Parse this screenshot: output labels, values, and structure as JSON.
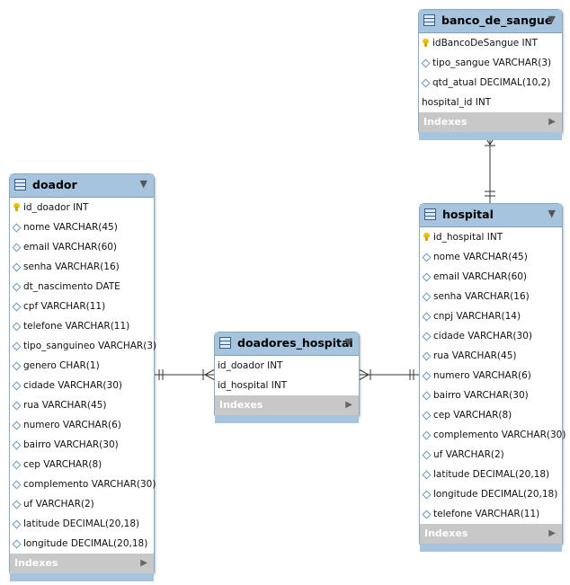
{
  "tables": {
    "banco_de_sangue": {
      "title": "banco_de_sangue",
      "columns": [
        {
          "text": "idBancoDeSangue INT",
          "kind": "pk"
        },
        {
          "text": "tipo_sangue VARCHAR(3)",
          "kind": "col"
        },
        {
          "text": "qtd_atual DECIMAL(10,2)",
          "kind": "col"
        },
        {
          "text": "hospital_id INT",
          "kind": "none"
        }
      ],
      "indexes_label": "Indexes"
    },
    "doador": {
      "title": "doador",
      "columns": [
        {
          "text": "id_doador INT",
          "kind": "pk"
        },
        {
          "text": "nome VARCHAR(45)",
          "kind": "col"
        },
        {
          "text": "email VARCHAR(60)",
          "kind": "col"
        },
        {
          "text": "senha VARCHAR(16)",
          "kind": "col"
        },
        {
          "text": "dt_nascimento DATE",
          "kind": "col"
        },
        {
          "text": "cpf VARCHAR(11)",
          "kind": "col"
        },
        {
          "text": "telefone VARCHAR(11)",
          "kind": "col"
        },
        {
          "text": "tipo_sanguineo VARCHAR(3)",
          "kind": "col"
        },
        {
          "text": "genero CHAR(1)",
          "kind": "col"
        },
        {
          "text": "cidade VARCHAR(30)",
          "kind": "col"
        },
        {
          "text": "rua VARCHAR(45)",
          "kind": "col"
        },
        {
          "text": "numero VARCHAR(6)",
          "kind": "col"
        },
        {
          "text": "bairro VARCHAR(30)",
          "kind": "col"
        },
        {
          "text": "cep VARCHAR(8)",
          "kind": "col"
        },
        {
          "text": "complemento VARCHAR(30)",
          "kind": "col"
        },
        {
          "text": "uf VARCHAR(2)",
          "kind": "col"
        },
        {
          "text": "latitude DECIMAL(20,18)",
          "kind": "col"
        },
        {
          "text": "longitude DECIMAL(20,18)",
          "kind": "col"
        }
      ],
      "indexes_label": "Indexes"
    },
    "doadores_hospital": {
      "title": "doadores_hospital",
      "columns": [
        {
          "text": "id_doador INT",
          "kind": "none"
        },
        {
          "text": "id_hospital INT",
          "kind": "none"
        }
      ],
      "indexes_label": "Indexes"
    },
    "hospital": {
      "title": "hospital",
      "columns": [
        {
          "text": "id_hospital INT",
          "kind": "pk"
        },
        {
          "text": "nome VARCHAR(45)",
          "kind": "col"
        },
        {
          "text": "email VARCHAR(60)",
          "kind": "col"
        },
        {
          "text": "senha VARCHAR(16)",
          "kind": "col"
        },
        {
          "text": "cnpj VARCHAR(14)",
          "kind": "col"
        },
        {
          "text": "cidade VARCHAR(30)",
          "kind": "col"
        },
        {
          "text": "rua VARCHAR(45)",
          "kind": "col"
        },
        {
          "text": "numero VARCHAR(6)",
          "kind": "col"
        },
        {
          "text": "bairro VARCHAR(30)",
          "kind": "col"
        },
        {
          "text": "cep VARCHAR(8)",
          "kind": "col"
        },
        {
          "text": "complemento VARCHAR(30)",
          "kind": "col"
        },
        {
          "text": "uf VARCHAR(2)",
          "kind": "col"
        },
        {
          "text": "latitude DECIMAL(20,18)",
          "kind": "col"
        },
        {
          "text": "longitude DECIMAL(20,18)",
          "kind": "col"
        },
        {
          "text": "telefone VARCHAR(11)",
          "kind": "col"
        }
      ],
      "indexes_label": "Indexes"
    }
  },
  "colors": {
    "header": "#a6c4de",
    "border": "#8aa9c4",
    "indexes_bar": "#c8c8c8",
    "connector": "#333333"
  },
  "icons": {
    "table": "table-icon",
    "primary_key": "key-icon",
    "column": "diamond-icon",
    "collapse": "triangle-down-icon",
    "expand": "triangle-right-icon"
  }
}
